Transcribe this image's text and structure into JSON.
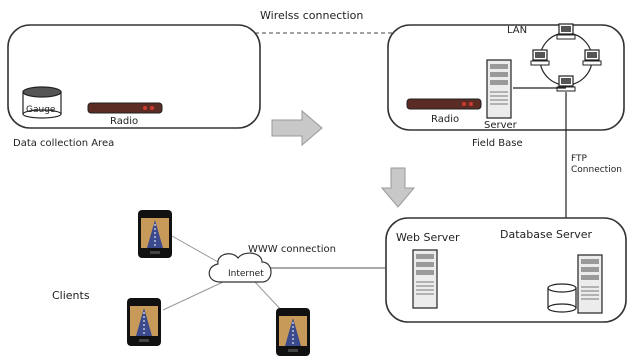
{
  "labels": {
    "wireless_connection": "Wirelss connection",
    "lan": "LAN",
    "gauge": "Gauge",
    "radio_left": "Radio",
    "radio_right": "Radio",
    "server": "Server",
    "data_collection_area": "Data collection Area",
    "field_base": "Field Base",
    "ftp_line1": "FTP",
    "ftp_line2": "Connection",
    "web_server": "Web Server",
    "database_server": "Database Server",
    "www_connection": "WWW connection",
    "internet": "Internet",
    "clients": "Clients"
  },
  "colors": {
    "outline": "#333333",
    "arrow_fill": "#c8c8c8",
    "radio_body": "#5a2c24",
    "radio_led": "#d13a2f",
    "server_body": "#ececec",
    "phone_body": "#111111",
    "phone_screen": "#c89a5a",
    "phone_road": "#3b4a8c"
  },
  "icons": {
    "gauge": "cylinder-icon",
    "radio": "radio-modem-icon",
    "server": "server-tower-icon",
    "database": "database-cylinder-icon",
    "computer": "computer-icon",
    "phone": "smartphone-icon",
    "cloud": "cloud-icon",
    "process_arrow": "right-arrow-icon",
    "down_arrow": "down-arrow-icon"
  }
}
